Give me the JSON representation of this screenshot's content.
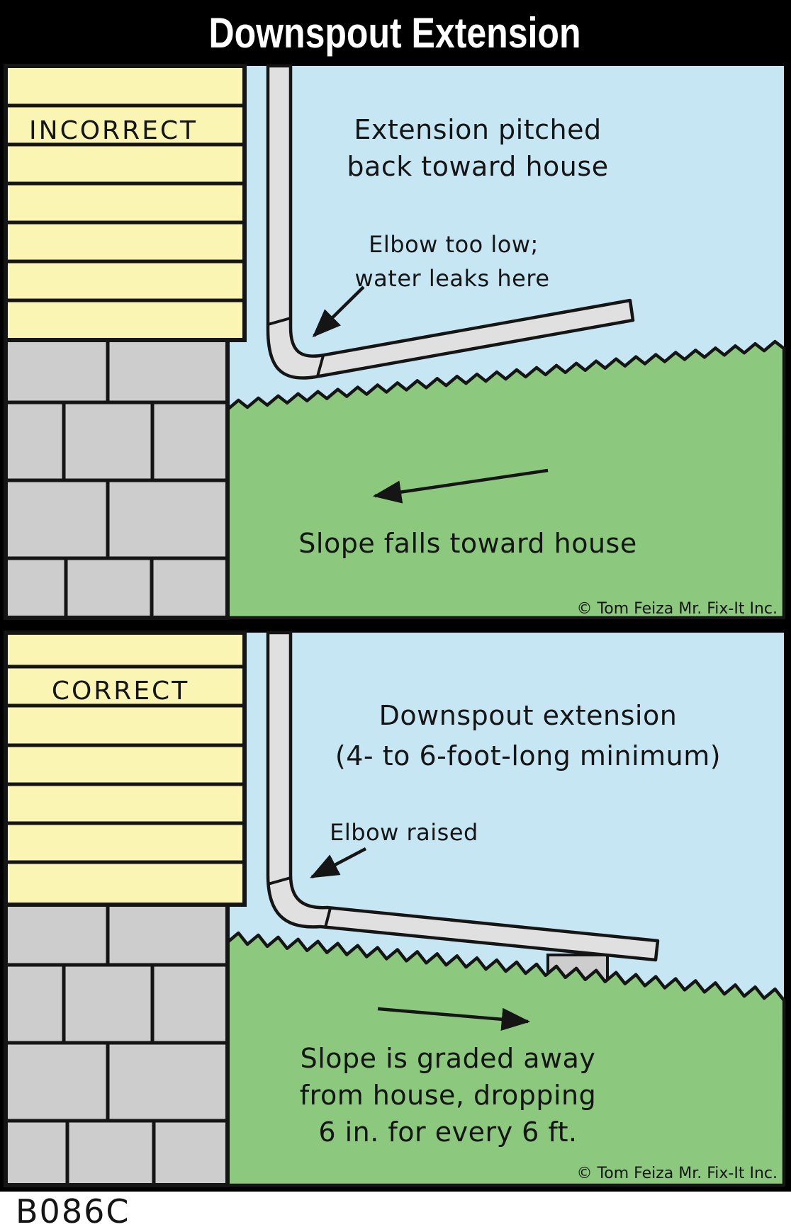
{
  "colors": {
    "ink": "#151515",
    "frame": "#000000",
    "sky": "#C7E6F4",
    "grass": "#8CC87E",
    "siding": "#FBF5B3",
    "pipe": "#E0E0E0",
    "block": "#CDCDCD",
    "title_text": "#FFFFFF",
    "footer_bg": "#FFFFFF"
  },
  "title_bar": {
    "title": "Downspout Extension"
  },
  "panels": {
    "incorrect": {
      "label": "INCORRECT",
      "caption": {
        "line1": "Extension pitched",
        "line2": "back toward house"
      },
      "elbow_note": {
        "line1": "Elbow too low;",
        "line2": "water leaks here"
      },
      "slope_note": {
        "line1": "Slope falls toward house"
      },
      "copyright": "© Tom Feiza Mr. Fix-It Inc."
    },
    "correct": {
      "label": "CORRECT",
      "caption": {
        "line1": "Downspout extension",
        "line2": "(4- to 6-foot-long minimum)"
      },
      "elbow_note": {
        "line1": "Elbow raised"
      },
      "slope_note": {
        "line1": "Slope is graded away",
        "line2": "from house, dropping",
        "line3": "6 in. for every 6 ft."
      },
      "copyright": "© Tom Feiza Mr. Fix-It Inc."
    }
  },
  "footer": {
    "diagram_code": "B086C"
  }
}
